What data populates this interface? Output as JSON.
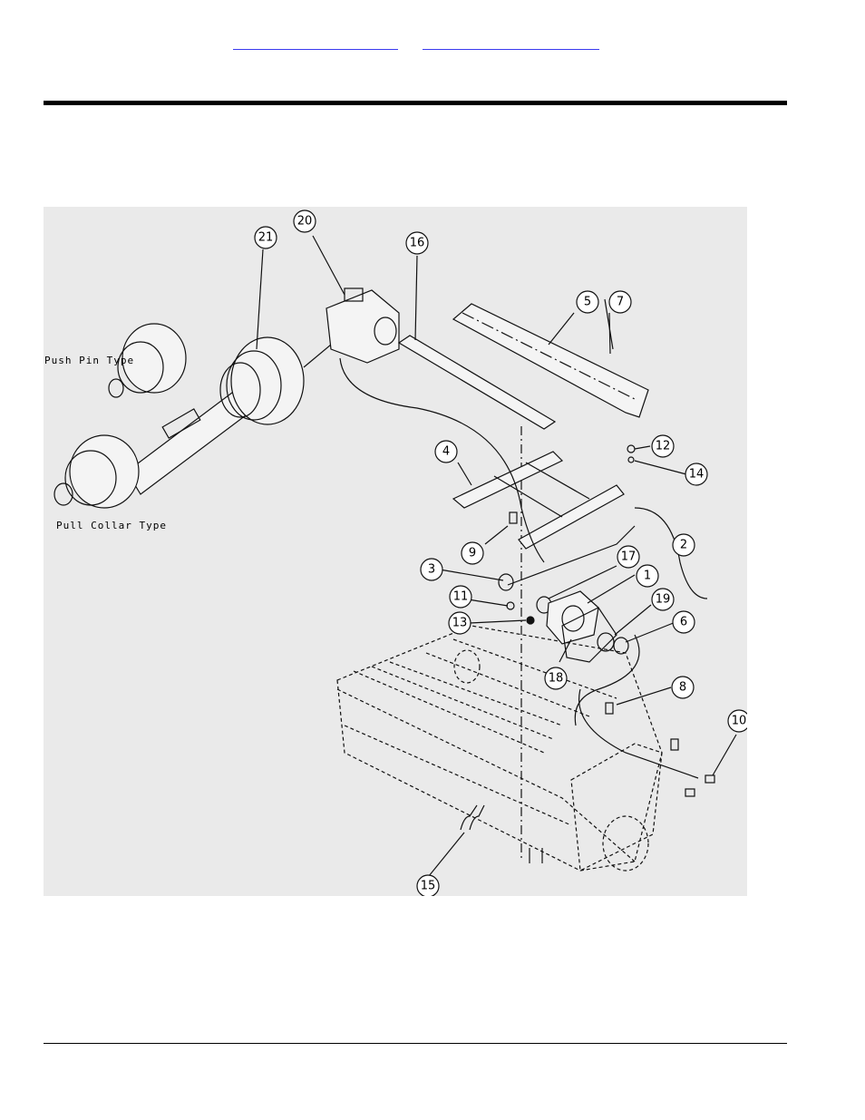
{
  "nav": {
    "link_1": "",
    "link_2": ""
  },
  "diagram": {
    "labels": {
      "push_pin": "Push Pin Type",
      "pull_collar": "Pull Collar Type"
    },
    "callouts": [
      "1",
      "2",
      "3",
      "4",
      "5",
      "6",
      "7",
      "8",
      "9",
      "10",
      "11",
      "12",
      "13",
      "14",
      "15",
      "16",
      "17",
      "18",
      "19",
      "20",
      "21"
    ]
  }
}
